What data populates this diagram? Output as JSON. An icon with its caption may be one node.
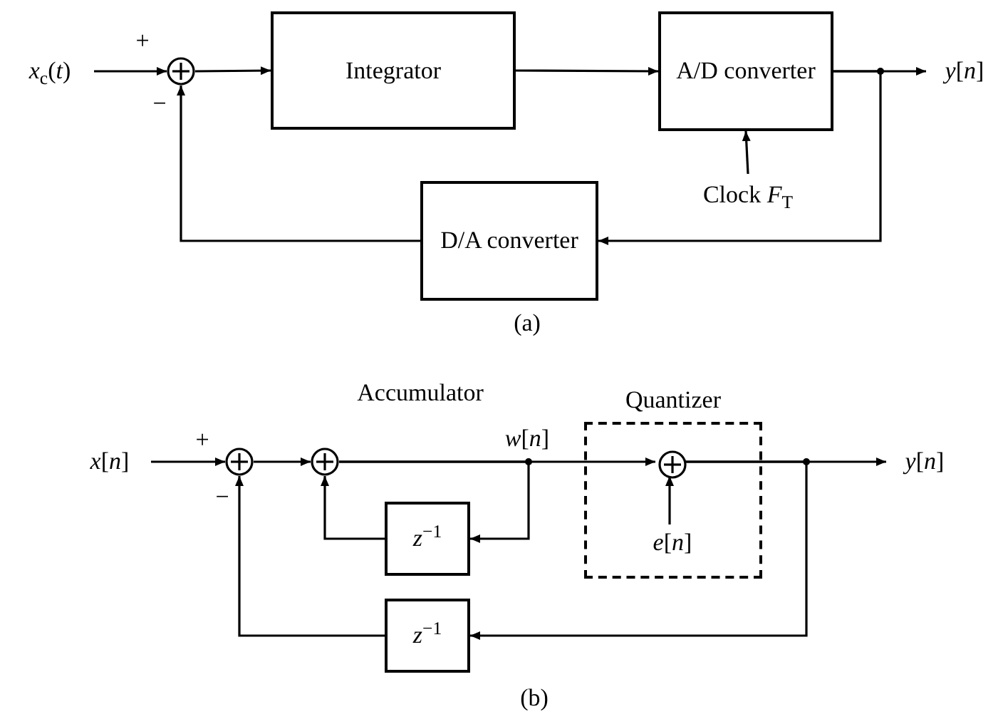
{
  "diagram": {
    "nodes": [
      {
        "text": [
          "*x*$_{c}$(*t*)"
        ]
      },
      {
        "text": [],
        "shape": "circle"
      },
      {
        "text": [
          "Integrator"
        ]
      },
      {
        "text": [
          "A/D converter"
        ]
      },
      {
        "text": [
          "Clock *F*$_{T}$"
        ]
      },
      {
        "text": [
          "D/A converter"
        ]
      },
      {
        "text": [
          "*y*[*n*]"
        ]
      },
      {
        "text": [
          "*x*[*n*]"
        ]
      },
      {
        "text": [],
        "shape": "circle"
      },
      {
        "text": [],
        "shape": "circle"
      },
      {
        "text": [
          "*z*$^{−1}$"
        ]
      },
      {
        "text": [
          "Quantizer"
        ]
      },
      {
        "text": [],
        "shape": "circle",
        "in": 11
      },
      {
        "text": [
          "*e*[*n*]"
        ],
        "in": 11
      },
      {
        "text": [
          "*z*$^{−1}$"
        ]
      },
      {
        "text": [
          "*y*[*n*]"
        ]
      }
    ],
    "edges": [
      {
        "from": 0,
        "to": 1,
        "arrow": "to"
      },
      {
        "from": 1,
        "to": 2,
        "arrow": "to"
      },
      {
        "from": 2,
        "to": 3,
        "arrow": "to"
      },
      {
        "from": 4,
        "to": 3,
        "arrow": "to"
      },
      {
        "from": 3,
        "to": 6,
        "arrow": "to"
      },
      {
        "from": 3,
        "to": 5,
        "arrow": "to"
      },
      {
        "from": 5,
        "to": 1,
        "arrow": "to"
      },
      {
        "from": 7,
        "to": 8,
        "arrow": "to"
      },
      {
        "from": 8,
        "to": 9,
        "arrow": "to"
      },
      {
        "from": 9,
        "to": 12,
        "arrow": "to"
      },
      {
        "from": 9,
        "to": 10,
        "arrow": "to"
      },
      {
        "from": 10,
        "to": 9,
        "arrow": "to"
      },
      {
        "from": 13,
        "to": 12,
        "arrow": "to"
      },
      {
        "from": 12,
        "to": 15,
        "arrow": "to"
      },
      {
        "from": 12,
        "to": 14,
        "arrow": "to"
      },
      {
        "from": 14,
        "to": 8,
        "arrow": "to"
      }
    ],
    "labels": [
      "+",
      "−",
      "(a)",
      "Accumulator",
      "*w*[*n*]",
      "+",
      "−",
      "(b)"
    ]
  }
}
